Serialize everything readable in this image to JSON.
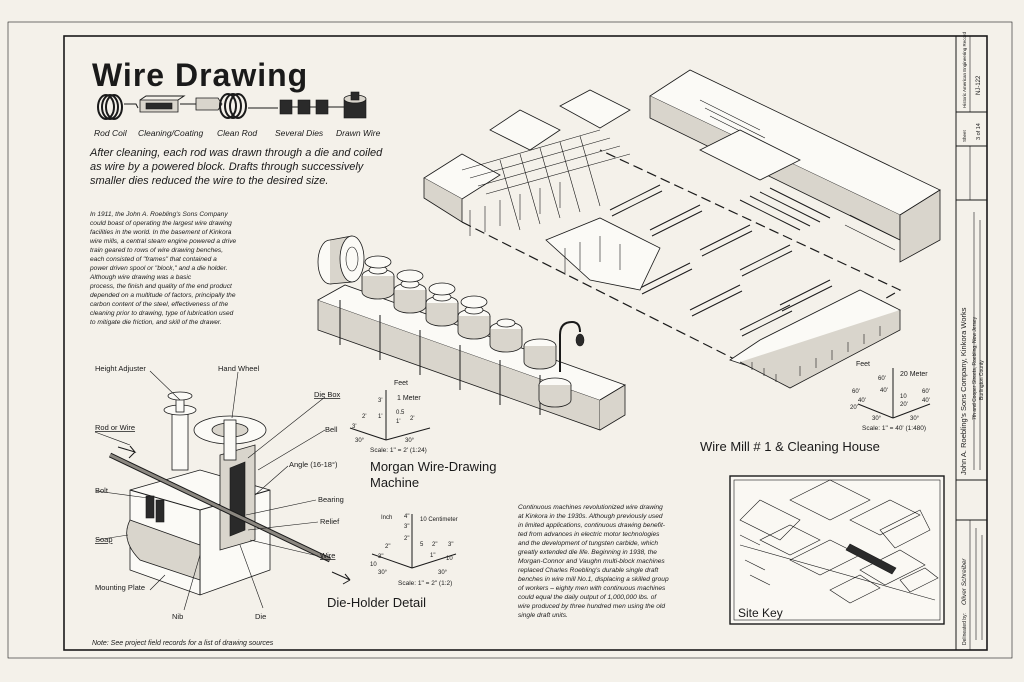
{
  "header": {
    "title": "Wire Drawing",
    "intro": [
      "After cleaning, each rod was drawn through a die and coiled",
      "as wire by a powered block. Drafts through successively",
      "smaller dies reduced the wire to the desired size."
    ]
  },
  "process_steps": [
    "Rod Coil",
    "Cleaning/Coating",
    "Clean Rod",
    "Several Dies",
    "Drawn Wire"
  ],
  "history_text": [
    "In 1911, the John A. Roebling's Sons Company",
    "could boast of operating the largest wire drawing",
    "facilities in the world. In the basement of Kinkora",
    "wire mills, a central steam engine powered a drive",
    "train geared to rows of wire drawing benches,",
    "each consisted of \"frames\" that contained a",
    "power driven spool or \"block,\" and a die holder.",
    "Although wire drawing was a basic",
    "process, the finish and quality of the end product",
    "depended on a multitude of factors, principally the",
    "carbon content of the steel, effectiveness of the",
    "cleaning prior to drawing, type of lubrication used",
    "to mitigate die friction, and skill of the drawer."
  ],
  "continuous_text": [
    "Continuous machines revolutionized wire drawing",
    "at Kinkora in the 1930s. Although previously used",
    "in limited applications, continuous drawing benefit-",
    "ted from advances in electric motor technologies",
    "and the development of tungsten carbide, which",
    "greatly extended die life. Beginning in 1938, the",
    "Morgan-Connor and Vaughn multi-block machines",
    "replaced Charles Roebling's durable single draft",
    "benches in wire mill No.1, displacing a skilled group",
    "of workers – eighty men with continuous machines",
    "could equal the daily output of 1,000,000 lbs. of",
    "wire produced by three hundred men using the old",
    "single draft units."
  ],
  "die_holder": {
    "title": "Die-Holder Detail",
    "labels": {
      "height_adjuster": "Height Adjuster",
      "hand_wheel": "Hand Wheel",
      "rod_or_wire": "Rod or Wire",
      "die_box": "Die Box",
      "bell": "Bell",
      "angle": "Angle (16-18°)",
      "bolt": "Bolt",
      "bearing": "Bearing",
      "relief": "Relief",
      "soap": "Soap",
      "wire": "Wire",
      "mounting_plate": "Mounting Plate",
      "nib": "Nib",
      "die": "Die"
    },
    "scale_units": [
      "Inch",
      "10 Centimeter"
    ],
    "scale_text": "Scale: 1\" = 2\" (1:2)"
  },
  "morgan": {
    "title_line1": "Morgan Wire-Drawing",
    "title_line2": "Machine",
    "scale_units": [
      "Feet",
      "1 Meter"
    ],
    "scale_text": "Scale: 1\" = 2' (1:24)"
  },
  "wire_mill": {
    "title": "Wire Mill # 1 & Cleaning House",
    "scale_units": [
      "Feet",
      "20 Meter"
    ],
    "scale_text": "Scale: 1\" = 40' (1:480)"
  },
  "site_key": {
    "title": "Site Key"
  },
  "note": "Note: See project field records for a list of drawing sources",
  "title_block": {
    "project": "John A. Roebling's Sons Company, Kinkora Works",
    "location": "7th and Cooper Streets, Roebling, New Jersey",
    "county": "Burlington County",
    "delineator_label": "Delineated by:",
    "delineator": "Oliver Schreiber",
    "sheet_label": "Sheet",
    "sheet_value": "3 of 14",
    "record_label": "Historic American Engineering Record",
    "record_no": "NJ-122"
  }
}
